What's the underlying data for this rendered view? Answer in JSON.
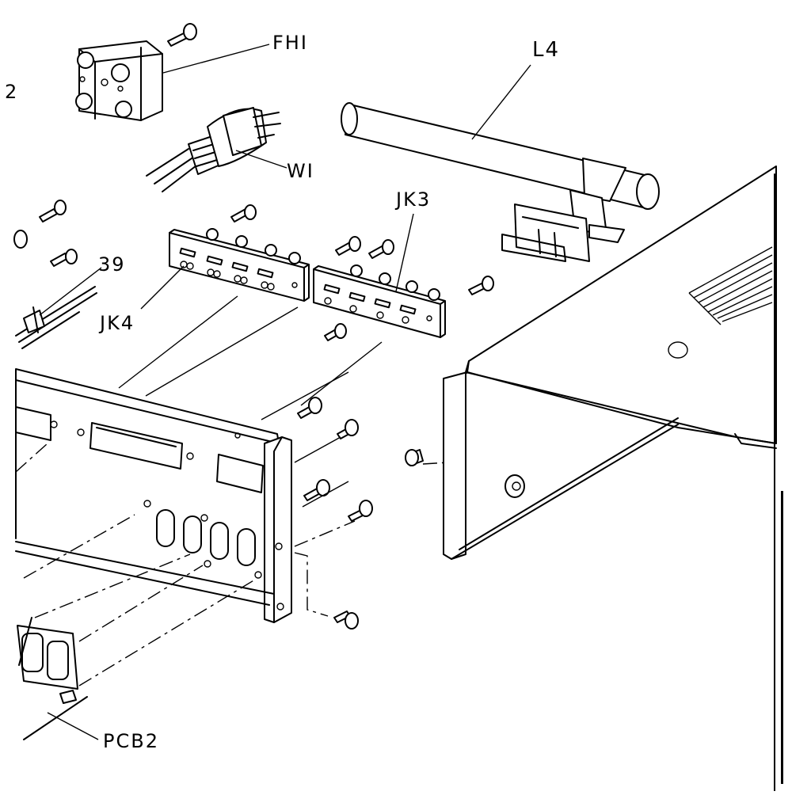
{
  "labels": {
    "fh1": "FHI",
    "l4": "L4",
    "w1": "WI",
    "jk3": "JK3",
    "n39": "39",
    "jk4": "JK4",
    "pcb2": "PCB2",
    "edge_fragment": "2"
  }
}
